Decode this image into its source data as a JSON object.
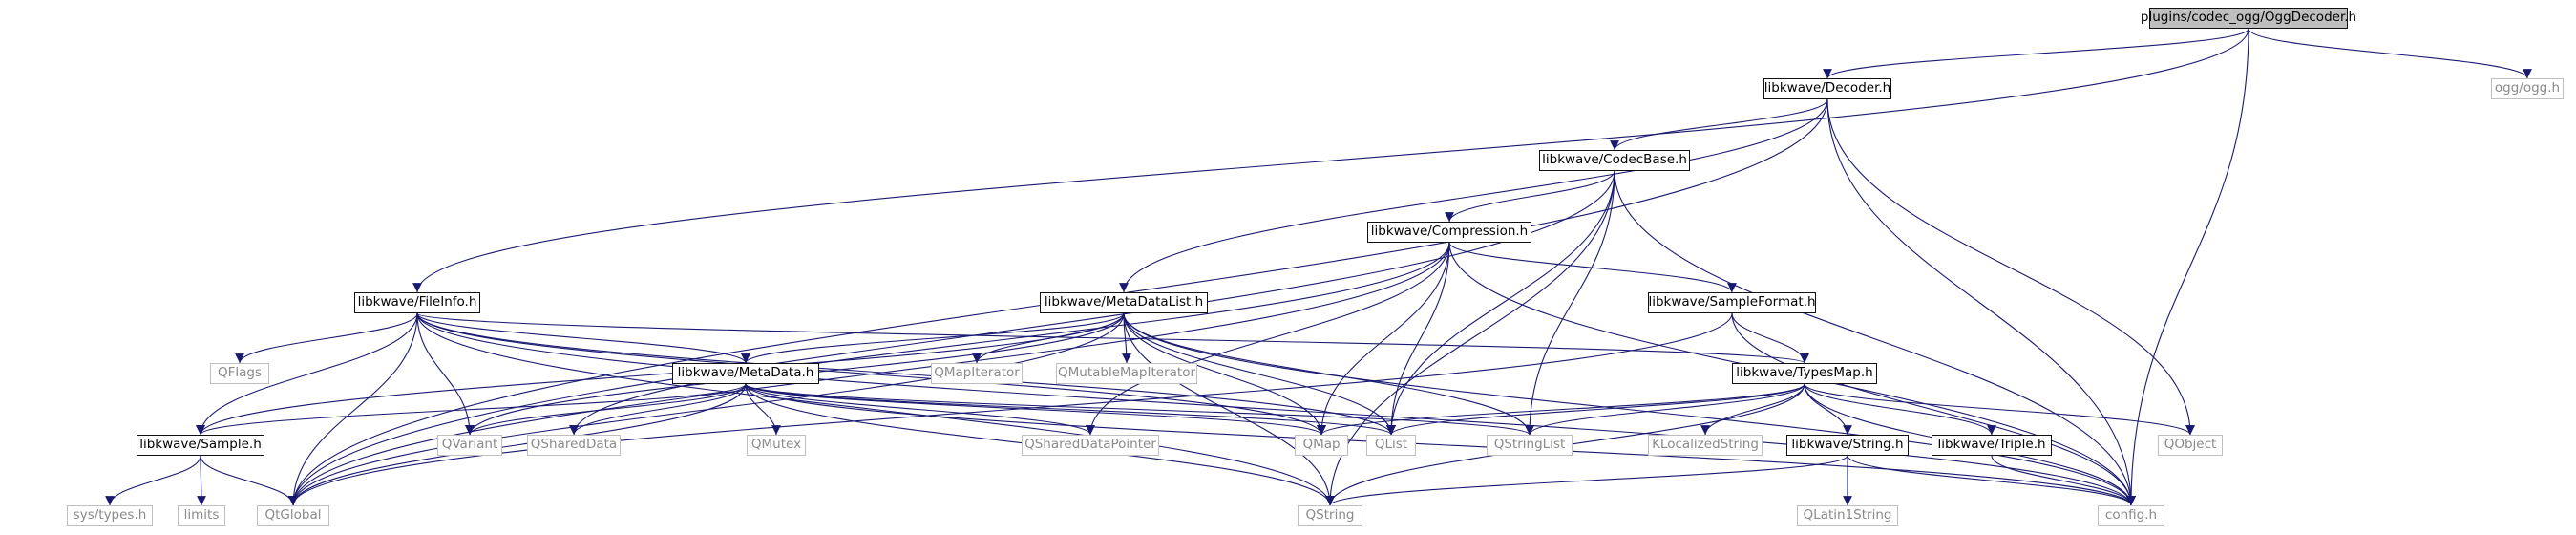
{
  "graph": {
    "root": "plugins/codec_ogg/OggDecoder.h",
    "nodes": [
      {
        "id": "ogg",
        "label": "plugins/codec_ogg/OggDecoder.h",
        "kind": "root"
      },
      {
        "id": "decoder",
        "label": "libkwave/Decoder.h",
        "kind": "documented"
      },
      {
        "id": "ogg_h",
        "label": "ogg/ogg.h",
        "kind": "external"
      },
      {
        "id": "codecbase",
        "label": "libkwave/CodecBase.h",
        "kind": "documented"
      },
      {
        "id": "compression",
        "label": "libkwave/Compression.h",
        "kind": "documented"
      },
      {
        "id": "fileinfo",
        "label": "libkwave/FileInfo.h",
        "kind": "documented"
      },
      {
        "id": "metadatalist",
        "label": "libkwave/MetaDataList.h",
        "kind": "documented"
      },
      {
        "id": "sampleformat",
        "label": "libkwave/SampleFormat.h",
        "kind": "documented"
      },
      {
        "id": "qflags",
        "label": "QFlags",
        "kind": "external"
      },
      {
        "id": "metadata",
        "label": "libkwave/MetaData.h",
        "kind": "documented"
      },
      {
        "id": "qmapiterator",
        "label": "QMapIterator",
        "kind": "external"
      },
      {
        "id": "qmutablemapiterator",
        "label": "QMutableMapIterator",
        "kind": "external"
      },
      {
        "id": "typesmap",
        "label": "libkwave/TypesMap.h",
        "kind": "documented"
      },
      {
        "id": "sample",
        "label": "libkwave/Sample.h",
        "kind": "documented"
      },
      {
        "id": "qvariant",
        "label": "QVariant",
        "kind": "external"
      },
      {
        "id": "qshareddata",
        "label": "QSharedData",
        "kind": "external"
      },
      {
        "id": "qmutex",
        "label": "QMutex",
        "kind": "external"
      },
      {
        "id": "qshareddatapointer",
        "label": "QSharedDataPointer",
        "kind": "external"
      },
      {
        "id": "qmap",
        "label": "QMap",
        "kind": "external"
      },
      {
        "id": "qlist",
        "label": "QList",
        "kind": "external"
      },
      {
        "id": "qstringlist",
        "label": "QStringList",
        "kind": "external"
      },
      {
        "id": "klocalizedstring",
        "label": "KLocalizedString",
        "kind": "external"
      },
      {
        "id": "string",
        "label": "libkwave/String.h",
        "kind": "documented"
      },
      {
        "id": "triple",
        "label": "libkwave/Triple.h",
        "kind": "documented"
      },
      {
        "id": "qobject",
        "label": "QObject",
        "kind": "external"
      },
      {
        "id": "systypes",
        "label": "sys/types.h",
        "kind": "external"
      },
      {
        "id": "limits",
        "label": "limits",
        "kind": "external"
      },
      {
        "id": "qtglobal",
        "label": "QtGlobal",
        "kind": "external"
      },
      {
        "id": "qstring",
        "label": "QString",
        "kind": "external"
      },
      {
        "id": "qlatin1string",
        "label": "QLatin1String",
        "kind": "external"
      },
      {
        "id": "config",
        "label": "config.h",
        "kind": "external"
      }
    ],
    "edges": [
      [
        "ogg",
        "decoder"
      ],
      [
        "ogg",
        "ogg_h"
      ],
      [
        "ogg",
        "fileinfo"
      ],
      [
        "ogg",
        "config"
      ],
      [
        "decoder",
        "codecbase"
      ],
      [
        "decoder",
        "metadatalist"
      ],
      [
        "decoder",
        "qobject"
      ],
      [
        "decoder",
        "config"
      ],
      [
        "decoder",
        "qtglobal"
      ],
      [
        "codecbase",
        "compression"
      ],
      [
        "codecbase",
        "qlist"
      ],
      [
        "codecbase",
        "qstring"
      ],
      [
        "codecbase",
        "qstringlist"
      ],
      [
        "codecbase",
        "config"
      ],
      [
        "codecbase",
        "qtglobal"
      ],
      [
        "compression",
        "sampleformat"
      ],
      [
        "compression",
        "qmap"
      ],
      [
        "compression",
        "qlist"
      ],
      [
        "compression",
        "qshareddatapointer"
      ],
      [
        "compression",
        "qshareddata"
      ],
      [
        "compression",
        "config"
      ],
      [
        "compression",
        "qtglobal"
      ],
      [
        "fileinfo",
        "qflags"
      ],
      [
        "fileinfo",
        "metadata"
      ],
      [
        "fileinfo",
        "typesmap"
      ],
      [
        "fileinfo",
        "sample"
      ],
      [
        "fileinfo",
        "qvariant"
      ],
      [
        "fileinfo",
        "qtglobal"
      ],
      [
        "fileinfo",
        "qstring"
      ],
      [
        "fileinfo",
        "qmap"
      ],
      [
        "fileinfo",
        "qlist"
      ],
      [
        "fileinfo",
        "config"
      ],
      [
        "metadatalist",
        "metadata"
      ],
      [
        "metadatalist",
        "qmapiterator"
      ],
      [
        "metadatalist",
        "qmutablemapiterator"
      ],
      [
        "metadatalist",
        "qmap"
      ],
      [
        "metadatalist",
        "qlist"
      ],
      [
        "metadatalist",
        "qstring"
      ],
      [
        "metadatalist",
        "sample"
      ],
      [
        "metadatalist",
        "qvariant"
      ],
      [
        "metadatalist",
        "qtglobal"
      ],
      [
        "metadatalist",
        "config"
      ],
      [
        "metadatalist",
        "qstringlist"
      ],
      [
        "sampleformat",
        "typesmap"
      ],
      [
        "sampleformat",
        "config"
      ],
      [
        "sampleformat",
        "qtglobal"
      ],
      [
        "metadata",
        "sample"
      ],
      [
        "metadata",
        "qvariant"
      ],
      [
        "metadata",
        "qshareddata"
      ],
      [
        "metadata",
        "qmutex"
      ],
      [
        "metadata",
        "qshareddatapointer"
      ],
      [
        "metadata",
        "qmap"
      ],
      [
        "metadata",
        "qlist"
      ],
      [
        "metadata",
        "qstringlist"
      ],
      [
        "metadata",
        "qstring"
      ],
      [
        "metadata",
        "qtglobal"
      ],
      [
        "metadata",
        "config"
      ],
      [
        "typesmap",
        "qmap"
      ],
      [
        "typesmap",
        "qlist"
      ],
      [
        "typesmap",
        "qstringlist"
      ],
      [
        "typesmap",
        "klocalizedstring"
      ],
      [
        "typesmap",
        "string"
      ],
      [
        "typesmap",
        "triple"
      ],
      [
        "typesmap",
        "qobject"
      ],
      [
        "typesmap",
        "config"
      ],
      [
        "typesmap",
        "qstring"
      ],
      [
        "sample",
        "systypes"
      ],
      [
        "sample",
        "limits"
      ],
      [
        "sample",
        "qtglobal"
      ],
      [
        "string",
        "qlatin1string"
      ],
      [
        "string",
        "qstring"
      ],
      [
        "string",
        "config"
      ],
      [
        "triple",
        "config"
      ]
    ]
  }
}
